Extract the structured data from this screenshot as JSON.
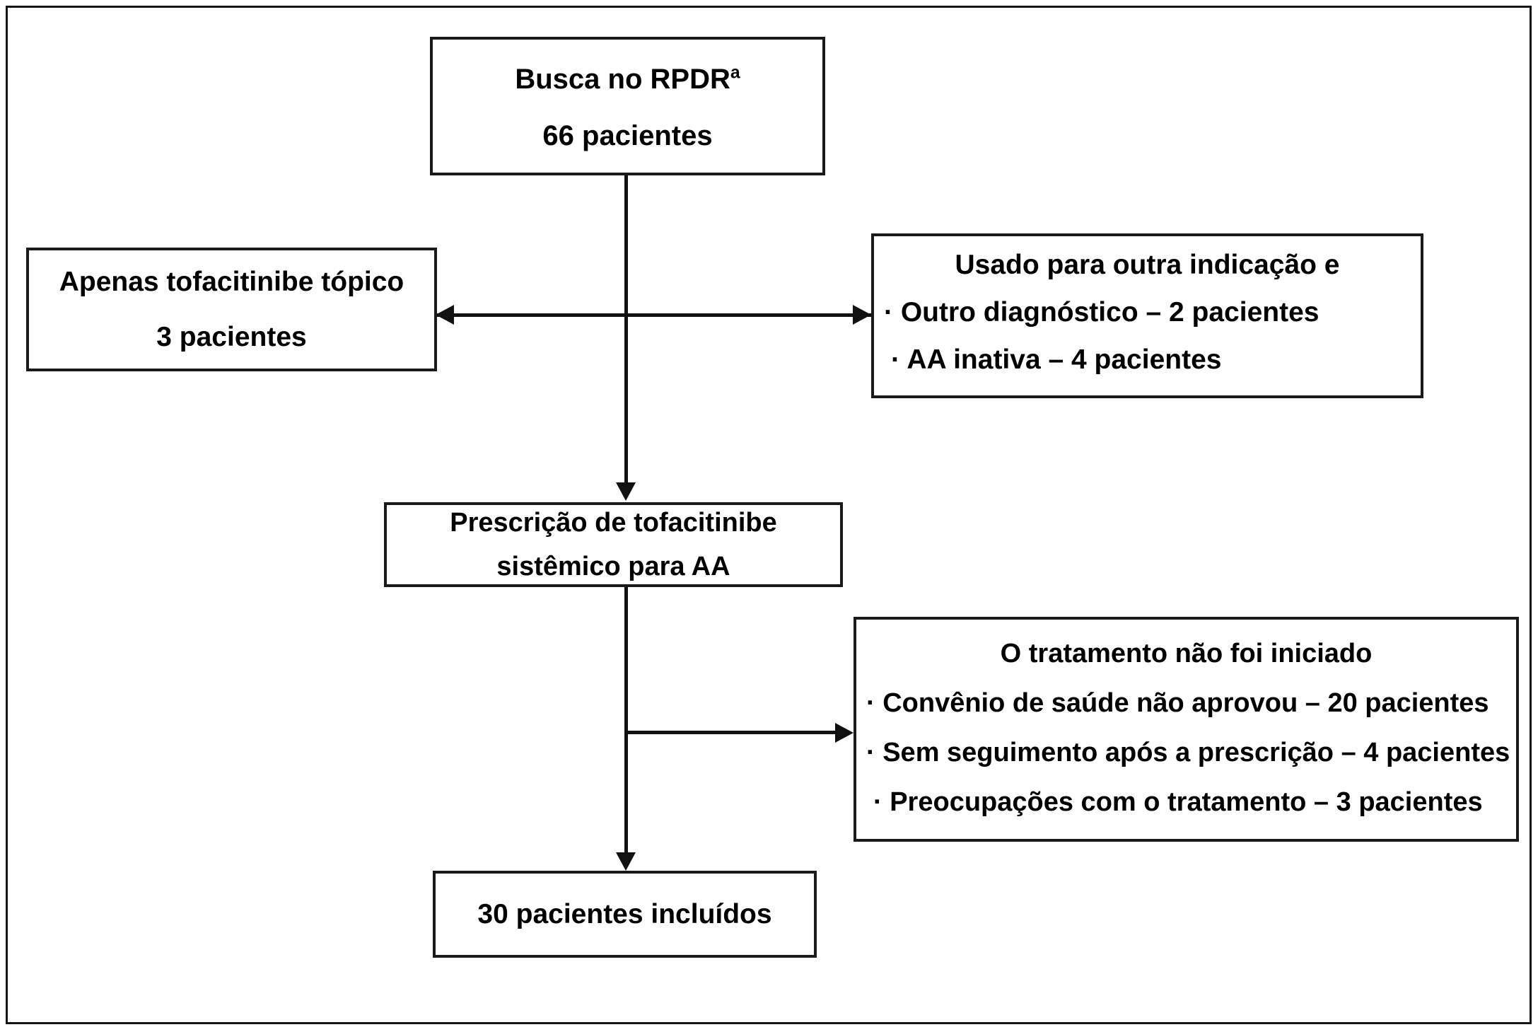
{
  "figure": {
    "type": "flowchart",
    "language": "pt-BR",
    "colors": {
      "box_border": "#1a1a1a",
      "frame_border": "#151515",
      "connector": "#111111",
      "background": "#ffffff",
      "text": "#000000"
    }
  },
  "nodes": {
    "search": {
      "name": "Busca no RPDR",
      "line1_text": "Busca no RPDR",
      "line1_superscript": "a",
      "line2": "66 pacientes"
    },
    "topical_only": {
      "line1": "Apenas tofacitinibe tópico",
      "line2": "3 pacientes"
    },
    "other_indication": {
      "title": "Usado para outra indicação e",
      "bullets": [
        "· Outro diagnóstico – 2 pacientes",
        "·  AA inativa – 4 pacientes"
      ]
    },
    "prescription": {
      "line1": "Prescrição de tofacitinibe",
      "line2": "sistêmico para AA"
    },
    "not_started": {
      "title": "O tratamento não foi iniciado",
      "bullets": [
        "· Convênio de saúde não aprovou – 20 pacientes",
        "· Sem seguimento após a prescrição – 4 pacientes",
        "·  Preocupações com o tratamento – 3 pacientes"
      ]
    },
    "included": {
      "line1": "30 pacientes incluídos"
    }
  },
  "connectors": [
    {
      "id": "search-to-prescription",
      "kind": "vertical-arrow-down"
    },
    {
      "id": "branch-topical-other",
      "kind": "horizontal-double-arrow"
    },
    {
      "id": "prescription-to-not-started",
      "kind": "horizontal-arrow-right"
    },
    {
      "id": "prescription-to-included",
      "kind": "vertical-arrow-down"
    }
  ]
}
